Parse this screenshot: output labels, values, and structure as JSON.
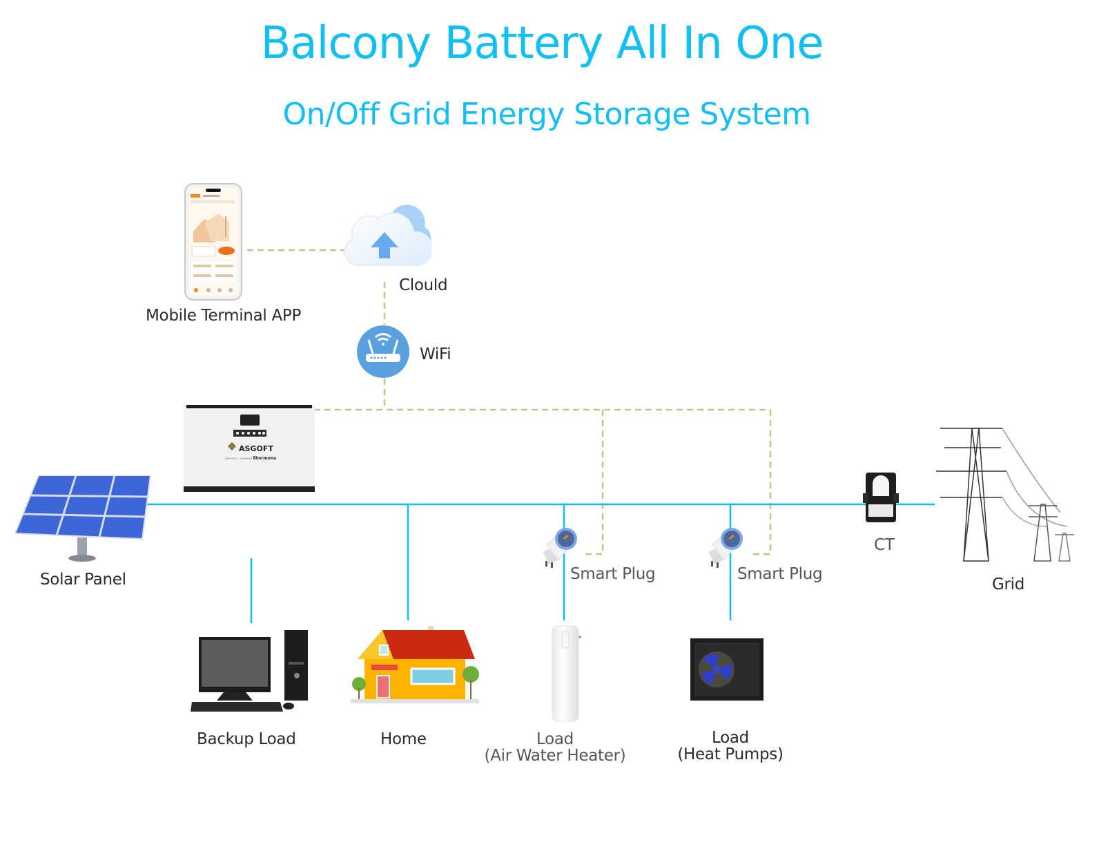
{
  "header": {
    "title": "Balcony Battery All In One",
    "subtitle": "On/Off Grid Energy Storage System"
  },
  "colors": {
    "title": "#12bff2",
    "power_line": "#10bdf0",
    "comm_line": "#c5c487",
    "label": "#2b2b2b"
  },
  "nodes": {
    "mobile_app": {
      "label": "Mobile Terminal APP",
      "icon": "smartphone-app-icon"
    },
    "cloud": {
      "label": "Clould",
      "icon": "cloud-upload-icon"
    },
    "wifi": {
      "label": "WiFi",
      "icon": "wifi-router-icon"
    },
    "battery": {
      "brand": "ASGOFT",
      "tagline": "Germany · powered by",
      "partner": "Thermona",
      "icon": "battery-inverter-icon"
    },
    "solar_panel": {
      "label": "Solar Panel",
      "icon": "solar-panel-icon"
    },
    "backup_load": {
      "label": "Backup Load",
      "icon": "desktop-computer-icon"
    },
    "home": {
      "label": "Home",
      "icon": "house-icon"
    },
    "smart_plug_1": {
      "label": "Smart Plug",
      "icon": "smart-plug-icon"
    },
    "smart_plug_2": {
      "label": "Smart Plug",
      "icon": "smart-plug-icon"
    },
    "water_heater": {
      "label_line1": "Load",
      "label_line2": "(Air Water Heater)",
      "icon": "water-heater-icon"
    },
    "heat_pump": {
      "label_line1": "Load",
      "label_line2": "(Heat Pumps)",
      "icon": "heat-pump-icon"
    },
    "ct": {
      "label": "CT",
      "icon": "current-transformer-icon"
    },
    "grid": {
      "label": "Grid",
      "icon": "power-tower-icon"
    }
  },
  "connections": {
    "power": [
      "Solar Panel",
      "Battery",
      "Backup Load",
      "Home",
      "Air Water Heater",
      "Heat Pumps",
      "CT",
      "Grid"
    ],
    "communication": [
      "Mobile Terminal APP",
      "Clould",
      "WiFi",
      "Battery",
      "Smart Plug",
      "Smart Plug"
    ]
  }
}
